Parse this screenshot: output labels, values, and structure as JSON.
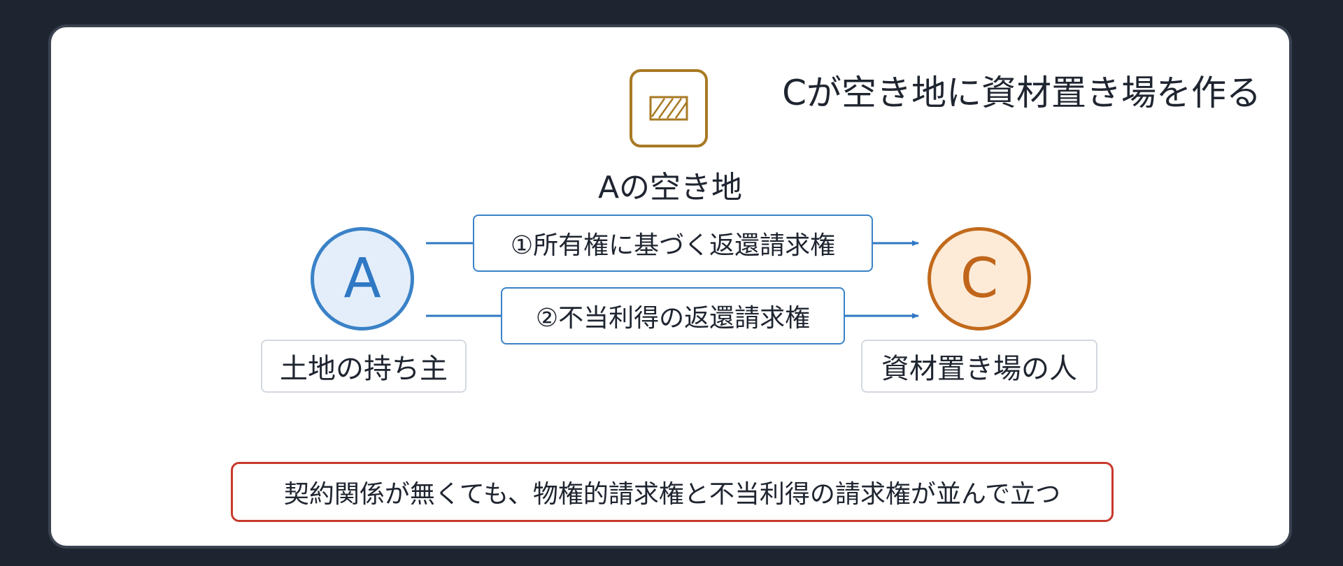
{
  "diagram": {
    "title": "Cが空き地に資材置き場を作る",
    "land": {
      "icon": "hatched-land-icon",
      "label": "Aの空き地",
      "color": "#a87a24"
    },
    "party_a": {
      "letter": "A",
      "role": "土地の持ち主",
      "fill": "#e4eefa",
      "stroke": "#3a82c8"
    },
    "party_c": {
      "letter": "C",
      "role": "資材置き場の人",
      "fill": "#fdebd8",
      "stroke": "#c26a1c"
    },
    "claims": [
      {
        "label": "①所有権に基づく返還請求権"
      },
      {
        "label": "②不当利得の返還請求権"
      }
    ],
    "note": "契約関係が無くても、物権的請求権と不当利得の請求権が並んで立つ",
    "arrow_color": "#2f78c4",
    "note_color": "#c8392c"
  }
}
